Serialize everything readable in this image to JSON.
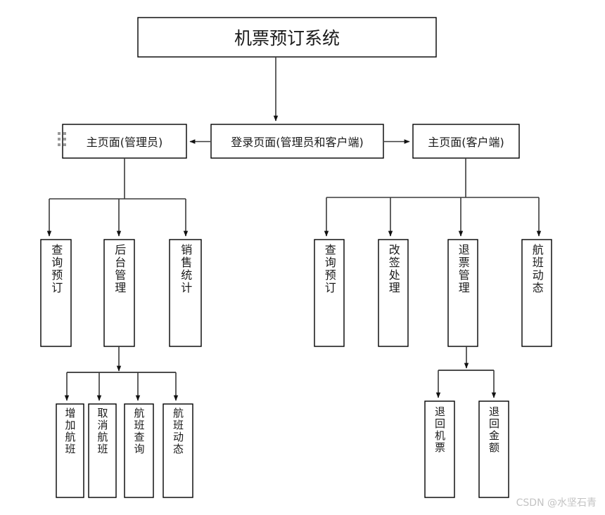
{
  "diagram": {
    "title_node": {
      "label": "机票预订系统"
    },
    "row2": [
      {
        "id": "admin-home",
        "label": "主页面(管理员)"
      },
      {
        "id": "login-page",
        "label": "登录页面(管理员和客户端)"
      },
      {
        "id": "client-home",
        "label": "主页面(客户端)"
      }
    ],
    "admin_children": [
      {
        "id": "admin-query-booking",
        "label": "查询预订"
      },
      {
        "id": "admin-backend-manage",
        "label": "后台管理"
      },
      {
        "id": "admin-sales-stats",
        "label": "销售统计"
      }
    ],
    "backend_children": [
      {
        "id": "add-flight",
        "label": "增加航班"
      },
      {
        "id": "cancel-flight",
        "label": "取消航班"
      },
      {
        "id": "flight-query",
        "label": "航班查询"
      },
      {
        "id": "flight-status-admin",
        "label": "航班动态"
      }
    ],
    "client_children": [
      {
        "id": "client-query-booking",
        "label": "查询预订"
      },
      {
        "id": "rebooking-process",
        "label": "改签处理"
      },
      {
        "id": "refund-manage",
        "label": "退票管理"
      },
      {
        "id": "flight-status-client",
        "label": "航班动态"
      }
    ],
    "refund_children": [
      {
        "id": "return-ticket",
        "label": "退回机票"
      },
      {
        "id": "refund-amount",
        "label": "退回金额"
      }
    ],
    "watermark": "CSDN @水坚石青",
    "colors": {
      "background": "#ffffff",
      "node_stroke": "#000000",
      "edge_stroke": "#3a3a3a",
      "text": "#1a1a1a",
      "watermark": "#c3c3c3",
      "handle_dot": "#9a9a9a"
    }
  }
}
